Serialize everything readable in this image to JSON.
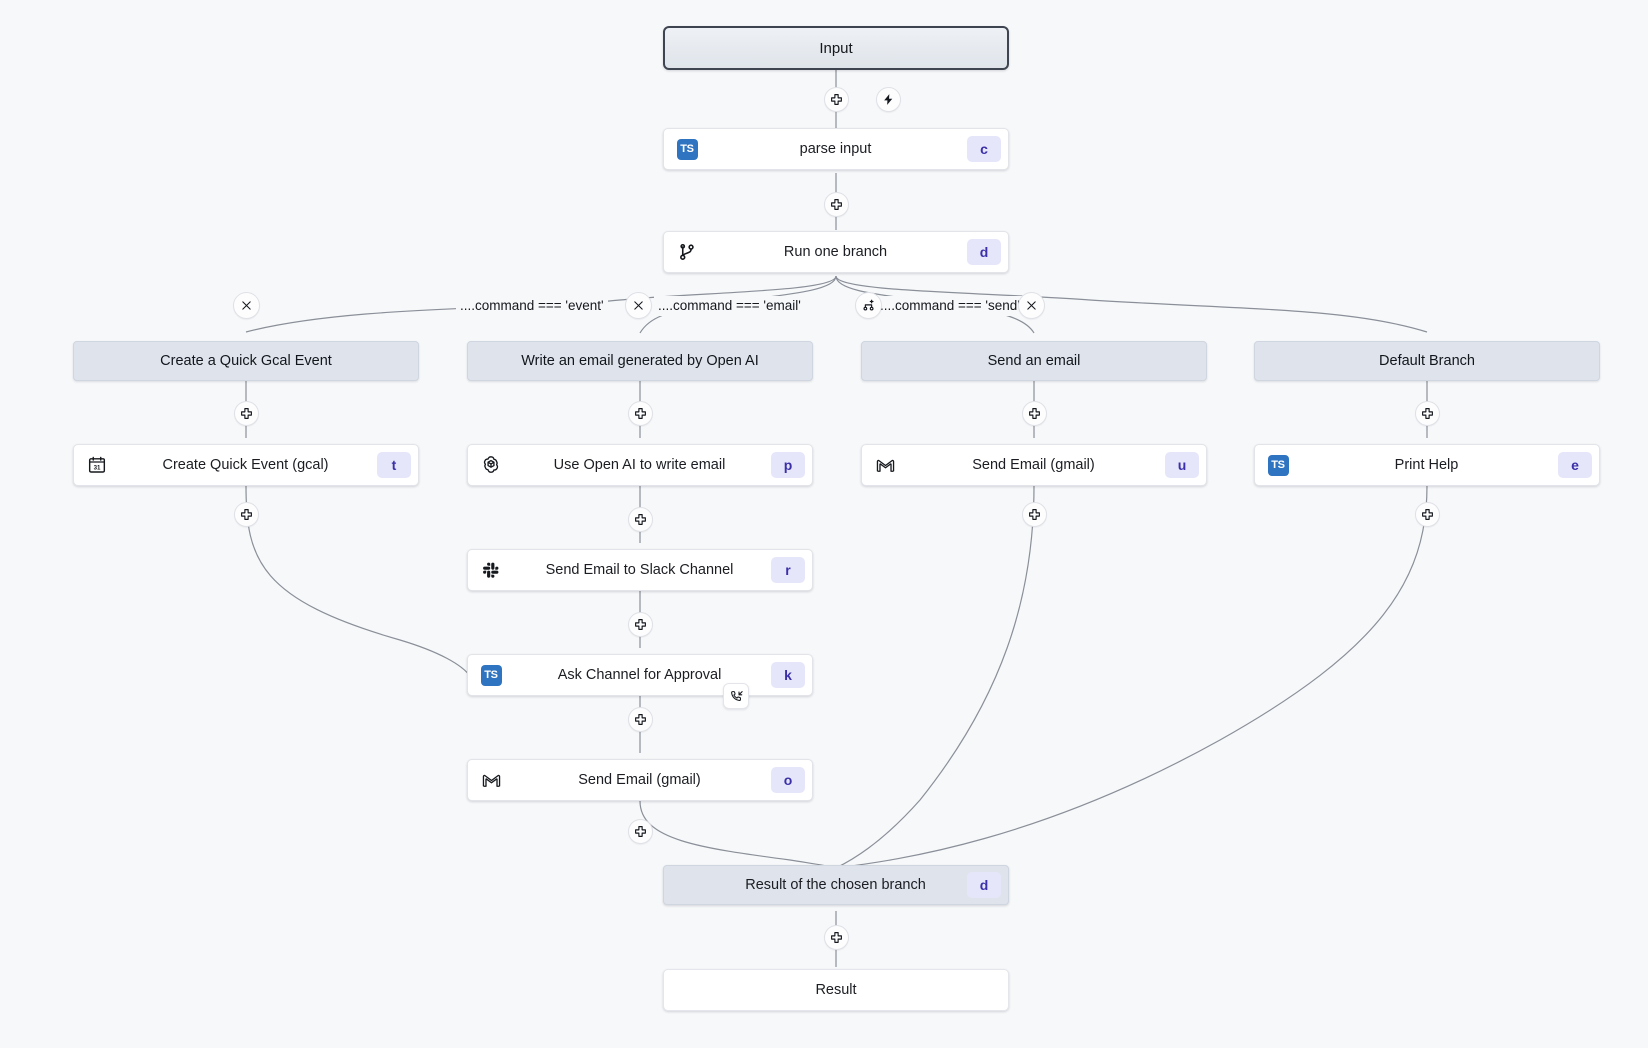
{
  "canvas": {
    "background": "#f7f8fa",
    "edge_color": "#8a8f98",
    "accent_kbd_bg": "#e6e6fb",
    "accent_kbd_text": "#3b30a8",
    "branch_header_bg": "#dfe4ec",
    "ts_badge_bg": "#2f74c0"
  },
  "nodes": {
    "input": {
      "label": "Input",
      "type": "terminal"
    },
    "parse_input": {
      "label": "parse input",
      "kbd": "c",
      "icon": "typescript-icon"
    },
    "run_one_branch": {
      "label": "Run one branch",
      "kbd": "d",
      "icon": "git-branch-icon"
    },
    "branch_gcal_header": {
      "label": "Create a Quick Gcal Event"
    },
    "branch_email_header": {
      "label": "Write an email generated by Open AI"
    },
    "branch_send_header": {
      "label": "Send an email"
    },
    "branch_default_header": {
      "label": "Default Branch"
    },
    "create_quick_event": {
      "label": "Create Quick Event (gcal)",
      "kbd": "t",
      "icon": "google-calendar-icon"
    },
    "use_openai": {
      "label": "Use Open AI to write email",
      "kbd": "p",
      "icon": "openai-icon"
    },
    "send_email_slack": {
      "label": "Send Email to Slack Channel",
      "kbd": "r",
      "icon": "slack-icon"
    },
    "ask_approval": {
      "label": "Ask Channel for Approval",
      "kbd": "k",
      "icon": "typescript-icon",
      "suspend_icon": "phone-incoming-icon"
    },
    "send_email_gmail_branch": {
      "label": "Send Email (gmail)",
      "kbd": "o",
      "icon": "gmail-icon"
    },
    "send_email_gmail_send": {
      "label": "Send Email (gmail)",
      "kbd": "u",
      "icon": "gmail-icon"
    },
    "print_help": {
      "label": "Print Help",
      "kbd": "e",
      "icon": "typescript-icon"
    },
    "collector": {
      "label": "Result of the chosen branch",
      "kbd": "d"
    },
    "result": {
      "label": "Result",
      "type": "terminal-plain"
    }
  },
  "branch_conditions": [
    {
      "label": "....command === 'event'"
    },
    {
      "label": "....command === 'email'"
    },
    {
      "label": "....command === 'send'"
    }
  ],
  "buttons": {
    "add_step": "plus-icon",
    "trigger": "lightning-bolt-icon",
    "remove_branch": "close-icon",
    "add_branch": "add-branch-icon"
  }
}
